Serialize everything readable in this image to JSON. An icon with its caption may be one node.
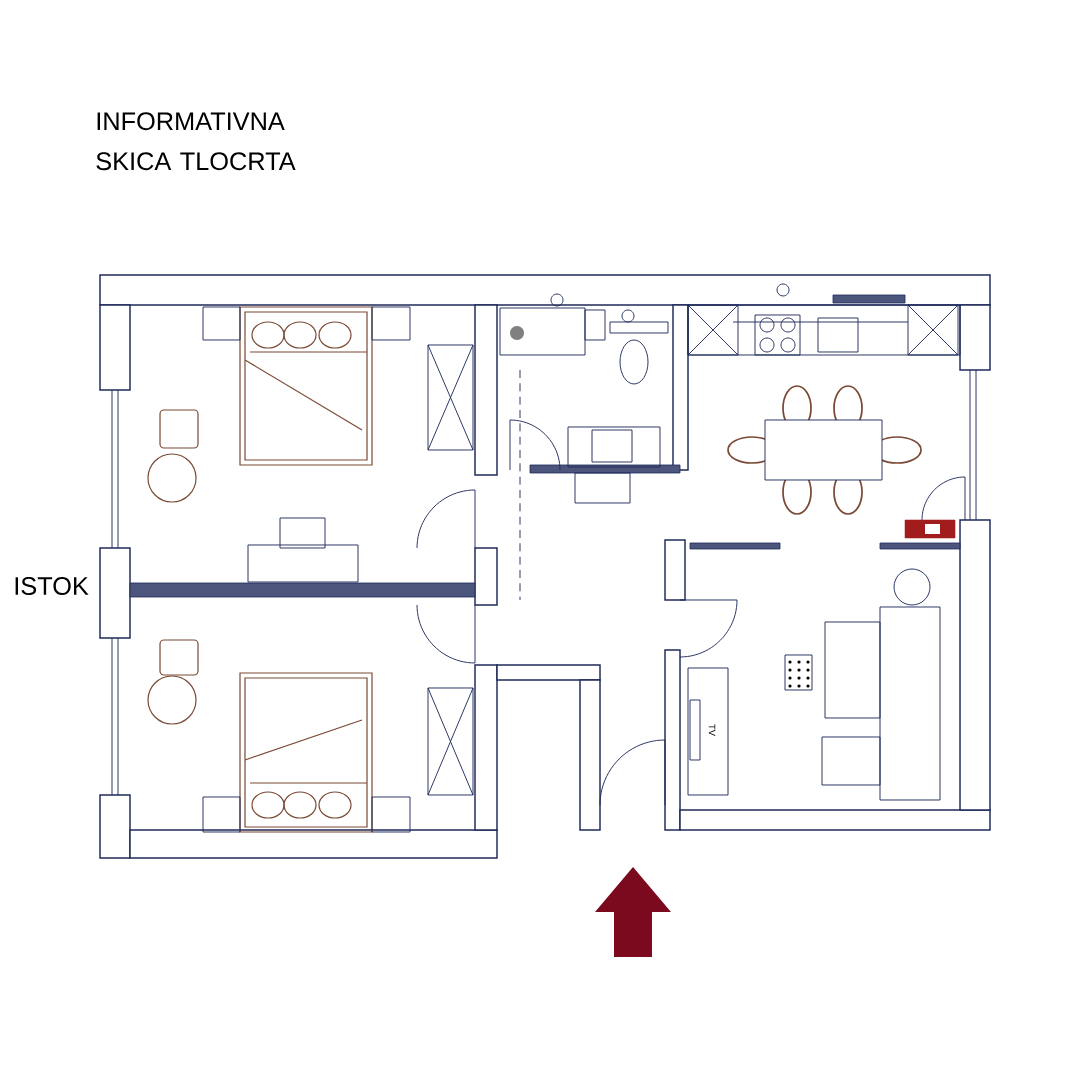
{
  "diagram": {
    "title": "INFORMATIVNA SKICA TLOCRTA",
    "labels": [
      "ISTOK",
      "TV"
    ]
  }
}
